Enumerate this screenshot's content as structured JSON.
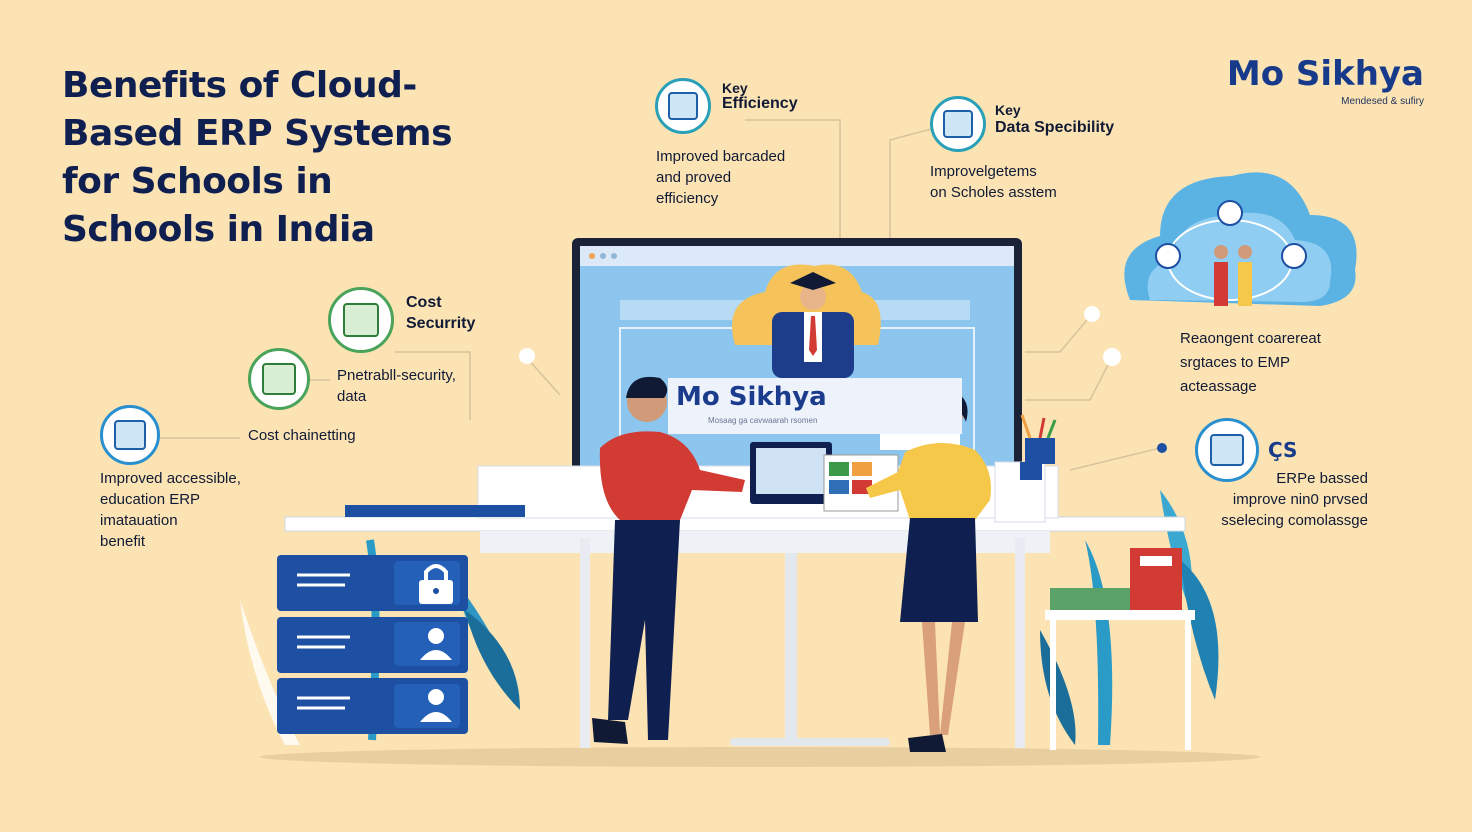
{
  "title_lines": [
    "Benefits of Cloud-",
    "Based ERP Systems",
    "for Schools in",
    "Schools in India"
  ],
  "logo": {
    "name": "Mo Sikhya",
    "tagline": "Mendesed & sufiry"
  },
  "callouts": {
    "efficiency": {
      "heading_line1": "Key",
      "heading_line2": "Efficiency",
      "body": [
        "Improved barcaded",
        "and proved",
        "efficiency"
      ]
    },
    "data_spec": {
      "heading_line1": "Key",
      "heading_line2": "Data Specibility",
      "body": [
        "Improvelgetems",
        "on Scholes asstem"
      ]
    },
    "cost_security": {
      "heading": [
        "Cost",
        "Securrity"
      ],
      "body": [
        "Pnetrabll-security,",
        "data"
      ]
    },
    "cost_chain": {
      "body": "Cost chainetting"
    },
    "accessible": {
      "body": [
        "Improved accessible,",
        "education ERP",
        "imatauation",
        "benefit"
      ]
    },
    "right_mid": {
      "body": [
        "Reaongent coarereat",
        "srgtaces to EMP",
        "acteassage"
      ]
    },
    "right_low": {
      "chip": "ÇS",
      "body": [
        "ERPe bassed",
        "improve nin0 prvsed",
        "sselecing comolassge"
      ]
    }
  },
  "screen": {
    "brand": "Mo Sikhya",
    "subtitle": "Mosaag ga cavwaarah rsomen"
  },
  "icons": [
    "calendar-icon",
    "document-icon",
    "analytics-icon",
    "person-icon",
    "lock-icon",
    "user-gear-icon",
    "graduate-icon",
    "cloud-icon"
  ],
  "colors": {
    "background": "#fbe3b3",
    "navy": "#0f1f4f",
    "blue": "#1d4fa3",
    "sky": "#5bb3e4",
    "red": "#d23b34",
    "yellow": "#f6c84a"
  }
}
